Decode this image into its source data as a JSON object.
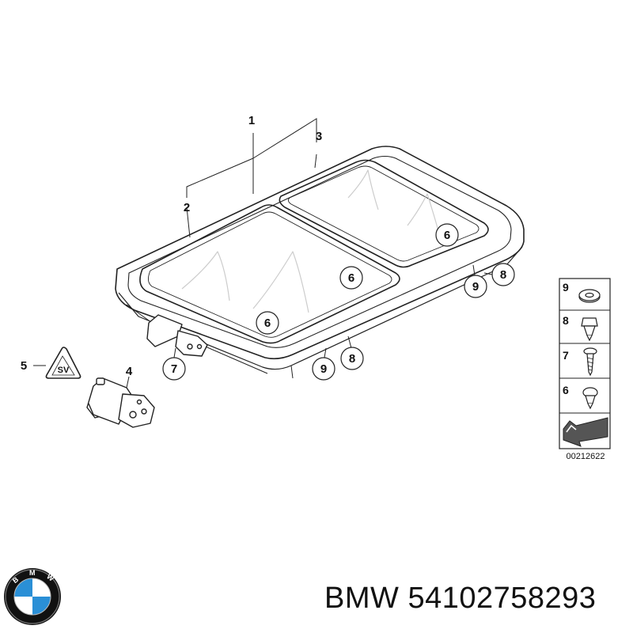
{
  "callouts": {
    "c1": "1",
    "c2": "2",
    "c3": "3",
    "c4": "4",
    "c5": "5",
    "c6a": "6",
    "c6b": "6",
    "c6c": "6",
    "c7": "7",
    "c8a": "8",
    "c8b": "8",
    "c9a": "9",
    "c9b": "9"
  },
  "legend": {
    "items": [
      {
        "num": "9",
        "icon": "washer-icon"
      },
      {
        "num": "8",
        "icon": "clip-screw-icon"
      },
      {
        "num": "7",
        "icon": "screw-icon"
      },
      {
        "num": "6",
        "icon": "plug-icon"
      }
    ],
    "diagram_number": "00212622"
  },
  "warning_sticker_text": "SV",
  "caption": {
    "brand": "BMW",
    "part_number": "54102758293"
  },
  "logo": {
    "text": "BMW",
    "colors": {
      "blue": "#2a8fd6",
      "ring": "#111111",
      "white": "#ffffff"
    }
  }
}
